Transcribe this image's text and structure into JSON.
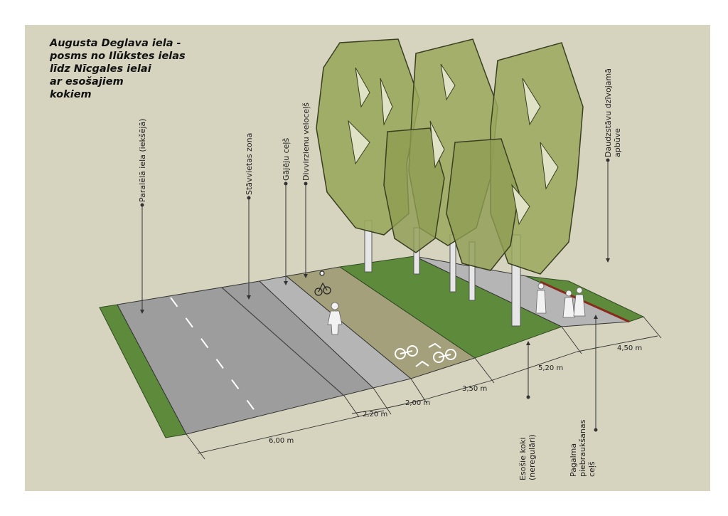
{
  "title_lines": [
    "Augusta Deglava iela -",
    "posms no Ilūkstes ielas",
    "līdz Nīcgales ielai",
    "ar esošajiem",
    "kokiem"
  ],
  "labels": {
    "parallel_street": "Paralēlā iela  (iekšējā)",
    "parking_zone": "Stāvvietas zona",
    "sidewalk": "Gājēju ceļš",
    "bike_path": "Divvirzienu veloceļš",
    "buildings": [
      "Daudzstāvu dzīvojamā",
      "apbūve"
    ],
    "existing_trees": [
      "Esošie koki",
      "(neregulāri)"
    ],
    "yard_driveway": [
      "Pagalma",
      "piebraukšanas",
      "ceļš"
    ]
  },
  "dimensions": {
    "road": "6,00 m",
    "parking": "2,20 m",
    "sidewalk": "2,00 m",
    "bike": "3,50 m",
    "trees": "5,20 m",
    "driveway": "4,50 m"
  },
  "colors": {
    "background": "#d6d3bf",
    "grass": "#5e8a3c",
    "asphalt": "#9d9d9d",
    "sidewalk": "#b5b5b5",
    "bike_path": "#a4a07c",
    "tree_canopy": "#9aa85c",
    "driveway_edge": "#8a2a1c"
  }
}
